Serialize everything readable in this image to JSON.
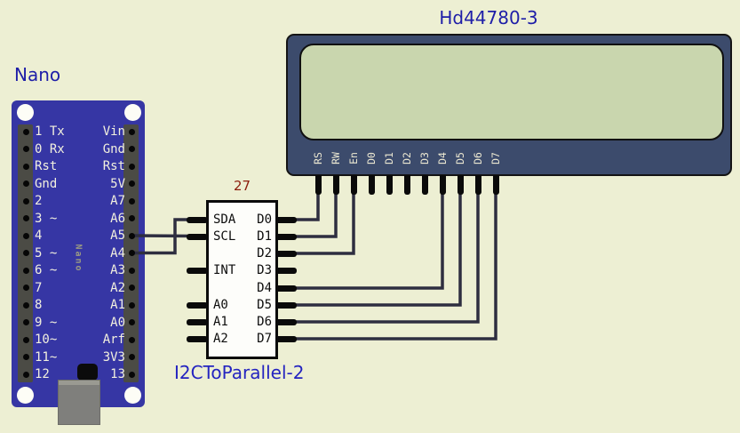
{
  "colors": {
    "background": "#edefd3",
    "wire": "#2e2e40",
    "nano_board": "#3636a4",
    "lcd_body": "#3c4b6c",
    "lcd_screen": "#c9d6ae",
    "chip_body": "#fdfdfa",
    "label_blue": "#1e1ea8",
    "chip_id_red": "#8c1d0c",
    "pin_text": "#f2f0de"
  },
  "nano": {
    "title": "Nano",
    "board_print": "Nano",
    "left_pins": [
      "1 Tx",
      "0 Rx",
      "Rst",
      "Gnd",
      "2",
      "3 ~",
      "4",
      "5 ~",
      "6 ~",
      "7",
      "8",
      "9 ~",
      "10~",
      "11~",
      "12"
    ],
    "right_pins": [
      "Vin",
      "Gnd",
      "Rst",
      "5V",
      "A7",
      "A6",
      "A5",
      "A4",
      "A3",
      "A2",
      "A1",
      "A0",
      "Arf",
      "3V3",
      "13"
    ]
  },
  "i2c": {
    "id_label": "27",
    "title": "I2CToParallel-2",
    "left_pins": [
      "SDA",
      "SCL",
      "",
      "INT",
      "",
      "A0",
      "A1",
      "A2"
    ],
    "right_pins": [
      "D0",
      "D1",
      "D2",
      "D3",
      "D4",
      "D5",
      "D6",
      "D7"
    ]
  },
  "lcd": {
    "title": "Hd44780-3",
    "screen_text": "",
    "pins": [
      "RS",
      "RW",
      "En",
      "D0",
      "D1",
      "D2",
      "D3",
      "D4",
      "D5",
      "D6",
      "D7"
    ]
  },
  "connections": [
    {
      "from": "Nano A4",
      "to": "I2CToParallel-2 SDA"
    },
    {
      "from": "Nano A5",
      "to": "I2CToParallel-2 SCL"
    },
    {
      "from": "I2C D0",
      "to": "Hd44780-3 RS"
    },
    {
      "from": "I2C D1",
      "to": "Hd44780-3 RW"
    },
    {
      "from": "I2C D2",
      "to": "Hd44780-3 En"
    },
    {
      "from": "I2C D4",
      "to": "Hd44780-3 D4"
    },
    {
      "from": "I2C D5",
      "to": "Hd44780-3 D5"
    },
    {
      "from": "I2C D6",
      "to": "Hd44780-3 D6"
    },
    {
      "from": "I2C D7",
      "to": "Hd44780-3 D7"
    }
  ]
}
